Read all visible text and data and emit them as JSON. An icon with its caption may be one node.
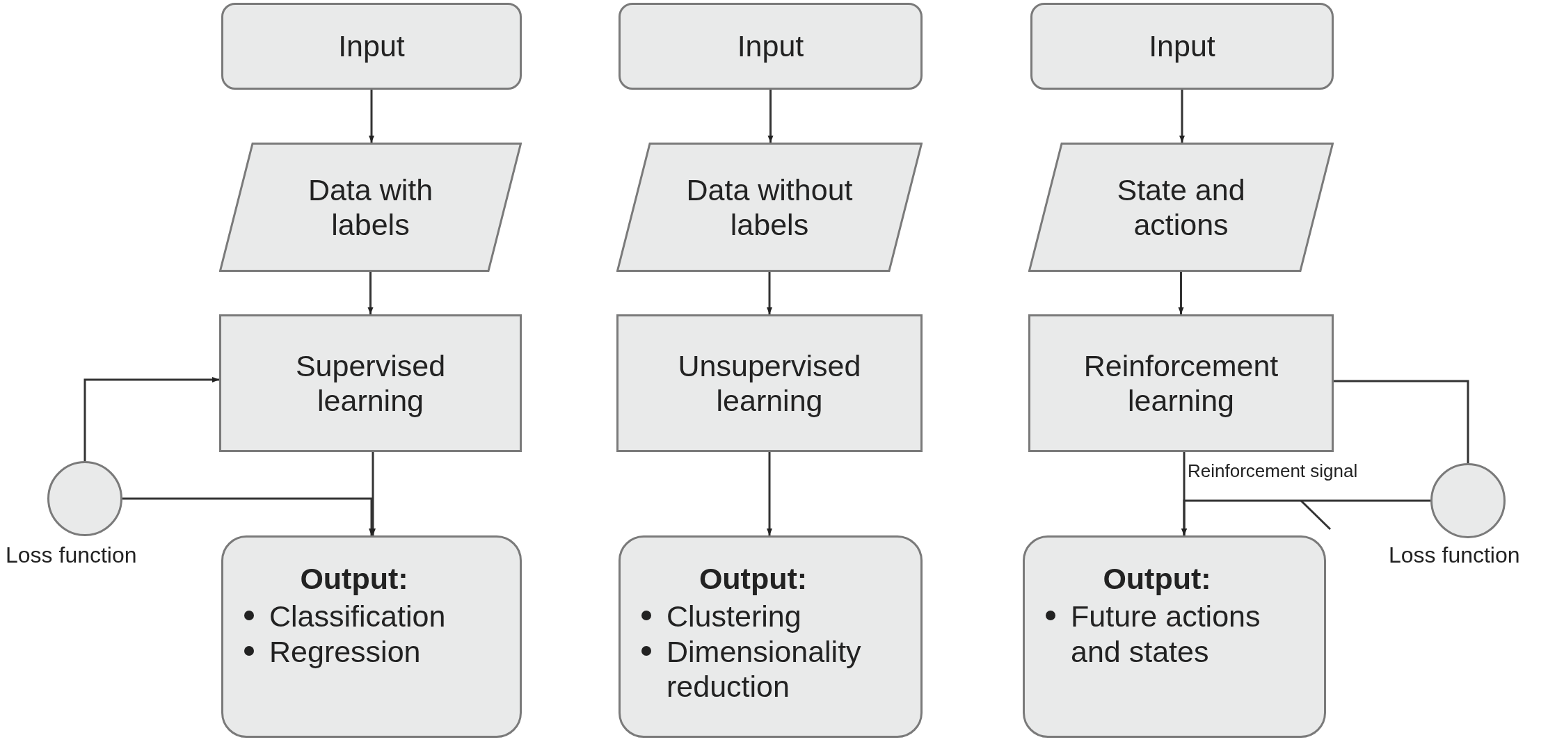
{
  "diagram": {
    "nodes": [
      {
        "text": [
          "Input"
        ]
      },
      {
        "text": [
          "Data with labels"
        ]
      },
      {
        "text": [
          "Supervised learning"
        ]
      },
      {
        "text": [],
        "shape": "circle",
        "beside": [
          "Loss function"
        ]
      },
      {
        "text": [
          "Output:",
          "Classification",
          "Regression"
        ]
      },
      {
        "text": [
          "Input"
        ]
      },
      {
        "text": [
          "Data without labels"
        ]
      },
      {
        "text": [
          "Unsupervised learning"
        ]
      },
      {
        "text": [
          "Output:",
          "Clustering",
          "Dimensionality reduction"
        ]
      },
      {
        "text": [
          "Input"
        ]
      },
      {
        "text": [
          "State and actions"
        ]
      },
      {
        "text": [
          "Reinforcement learning"
        ]
      },
      {
        "text": [],
        "shape": "circle",
        "beside": [
          "Loss function"
        ]
      },
      {
        "text": [
          "Output:",
          "Future actions and states"
        ]
      }
    ],
    "edges": [
      {
        "from": 0,
        "to": 1,
        "arrow": "to"
      },
      {
        "from": 1,
        "to": 2,
        "arrow": "to"
      },
      {
        "from": 2,
        "to": 4,
        "arrow": "to"
      },
      {
        "from": 3,
        "to": 2,
        "arrow": "to"
      },
      {
        "from": 3,
        "to": 4,
        "arrow": "to"
      },
      {
        "from": 5,
        "to": 6,
        "arrow": "to"
      },
      {
        "from": 6,
        "to": 7,
        "arrow": "to"
      },
      {
        "from": 7,
        "to": 8,
        "arrow": "to"
      },
      {
        "from": 9,
        "to": 10,
        "arrow": "to"
      },
      {
        "from": 10,
        "to": 11,
        "arrow": "to"
      },
      {
        "from": 11,
        "to": 13,
        "arrow": "to"
      },
      {
        "from": 11,
        "to": 12,
        "arrow": "none"
      },
      {
        "from": 12,
        "to": 13,
        "arrow": "to",
        "label": "Reinforcement signal"
      }
    ]
  }
}
